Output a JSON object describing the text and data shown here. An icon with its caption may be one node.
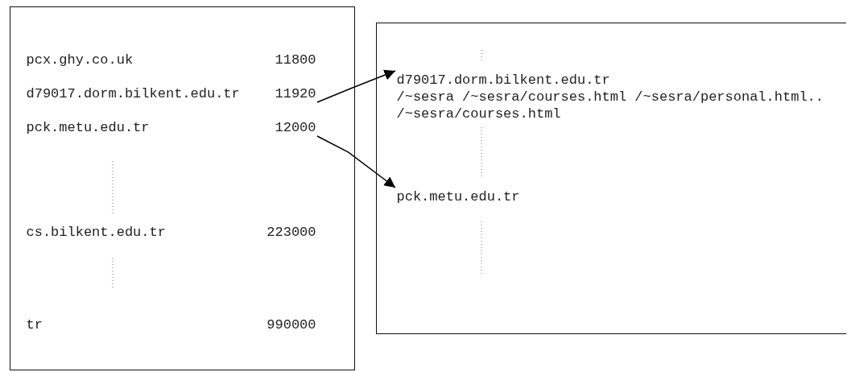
{
  "diagram": {
    "nodes": [
      {
        "text": [],
        "shape": "box"
      },
      {
        "text": [
          "pcx.ghy.co.uk",
          "11800"
        ],
        "in": 0
      },
      {
        "text": [
          "d79017.dorm.bilkent.edu.tr",
          "11920"
        ],
        "in": 0
      },
      {
        "text": [
          "pck.metu.edu.tr",
          "12000"
        ],
        "in": 0
      },
      {
        "text": [
          "cs.bilkent.edu.tr",
          "223000"
        ],
        "in": 0
      },
      {
        "text": [
          "tr",
          "990000"
        ],
        "in": 0
      },
      {
        "text": [],
        "shape": "box"
      },
      {
        "text": [
          "d79017.dorm.bilkent.edu.tr",
          "/~sesra /~sesra/courses.html /~sesra/personal.html.. /~sesra/courses.html"
        ],
        "in": 6
      },
      {
        "text": [
          "pck.metu.edu.tr"
        ],
        "in": 6
      }
    ],
    "edges": [
      {
        "from": 2,
        "to": 7,
        "arrow": "to"
      },
      {
        "from": 3,
        "to": 8,
        "arrow": "to"
      }
    ]
  }
}
